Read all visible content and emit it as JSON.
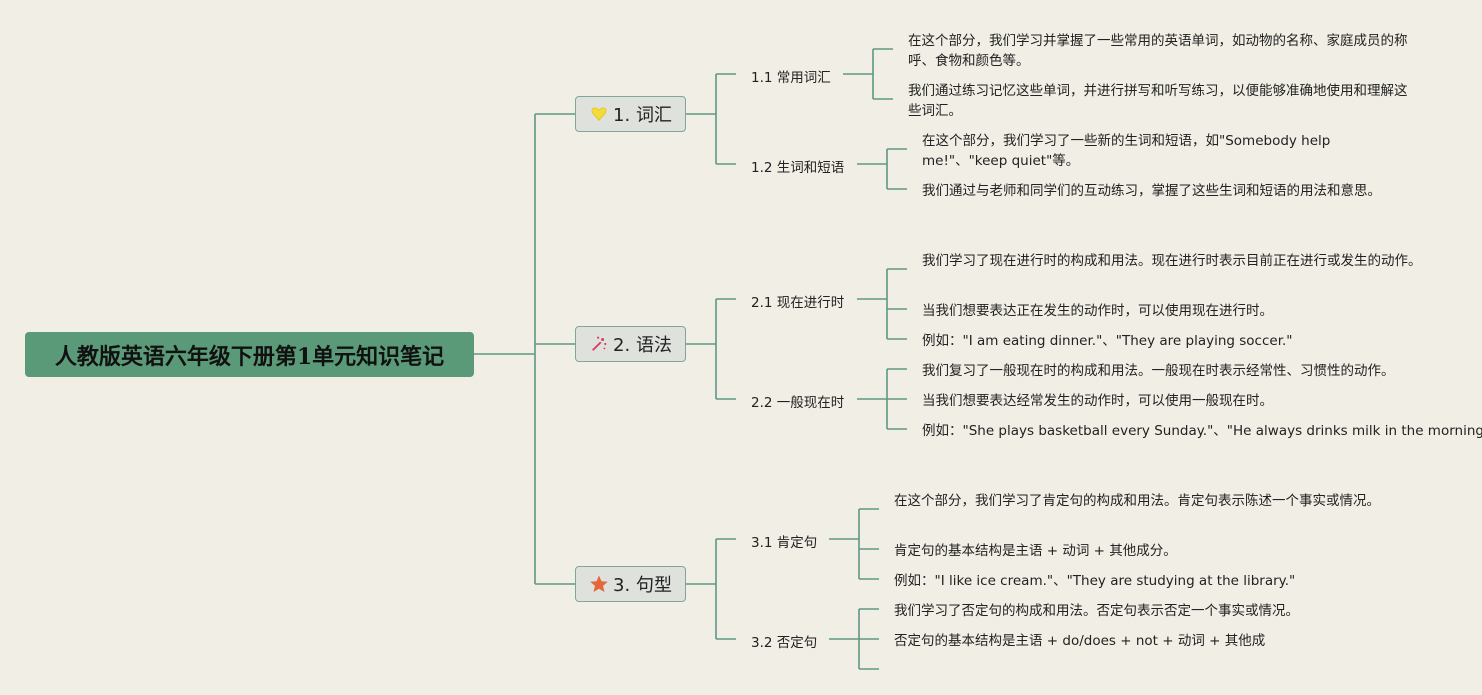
{
  "root": {
    "title": "人教版英语六年级下册第1单元知识笔记"
  },
  "branches": [
    {
      "label": "1. 词汇",
      "icon": "heart-icon",
      "subs": [
        {
          "label": "1.1 常用词汇",
          "leaves": [
            "在这个部分，我们学习并掌握了一些常用的英语单词，如动物的名称、家庭成员的称呼、食物和颜色等。",
            "我们通过练习记忆这些单词，并进行拼写和听写练习，以便能够准确地使用和理解这些词汇。"
          ]
        },
        {
          "label": "1.2 生词和短语",
          "leaves": [
            "在这个部分，我们学习了一些新的生词和短语，如\"Somebody help me!\"、\"keep quiet\"等。",
            "我们通过与老师和同学们的互动练习，掌握了这些生词和短语的用法和意思。"
          ]
        }
      ]
    },
    {
      "label": "2. 语法",
      "icon": "sparkles-icon",
      "subs": [
        {
          "label": "2.1 现在进行时",
          "leaves": [
            "我们学习了现在进行时的构成和用法。现在进行时表示目前正在进行或发生的动作。",
            "当我们想要表达正在发生的动作时，可以使用现在进行时。",
            "例如：\"I am eating dinner.\"、\"They are playing soccer.\""
          ]
        },
        {
          "label": "2.2 一般现在时",
          "leaves": [
            "我们复习了一般现在时的构成和用法。一般现在时表示经常性、习惯性的动作。",
            "当我们想要表达经常发生的动作时，可以使用一般现在时。",
            "例如：\"She plays basketball every Sunday.\"、\"He always drinks milk in the morning.\""
          ]
        }
      ]
    },
    {
      "label": "3. 句型",
      "icon": "star-icon",
      "subs": [
        {
          "label": "3.1 肯定句",
          "leaves": [
            "在这个部分，我们学习了肯定句的构成和用法。肯定句表示陈述一个事实或情况。",
            "肯定句的基本结构是主语 + 动词 + 其他成分。",
            "例如：\"I like ice cream.\"、\"They are studying at the library.\""
          ]
        },
        {
          "label": "3.2 否定句",
          "leaves": [
            "我们学习了否定句的构成和用法。否定句表示否定一个事实或情况。",
            "否定句的基本结构是主语 + do/does + not + 动词 + 其他成",
            ""
          ]
        }
      ]
    }
  ],
  "colors": {
    "line": "#5f9883",
    "root_bg": "#5a9a78",
    "branch_bg": "#dfe1dc"
  }
}
